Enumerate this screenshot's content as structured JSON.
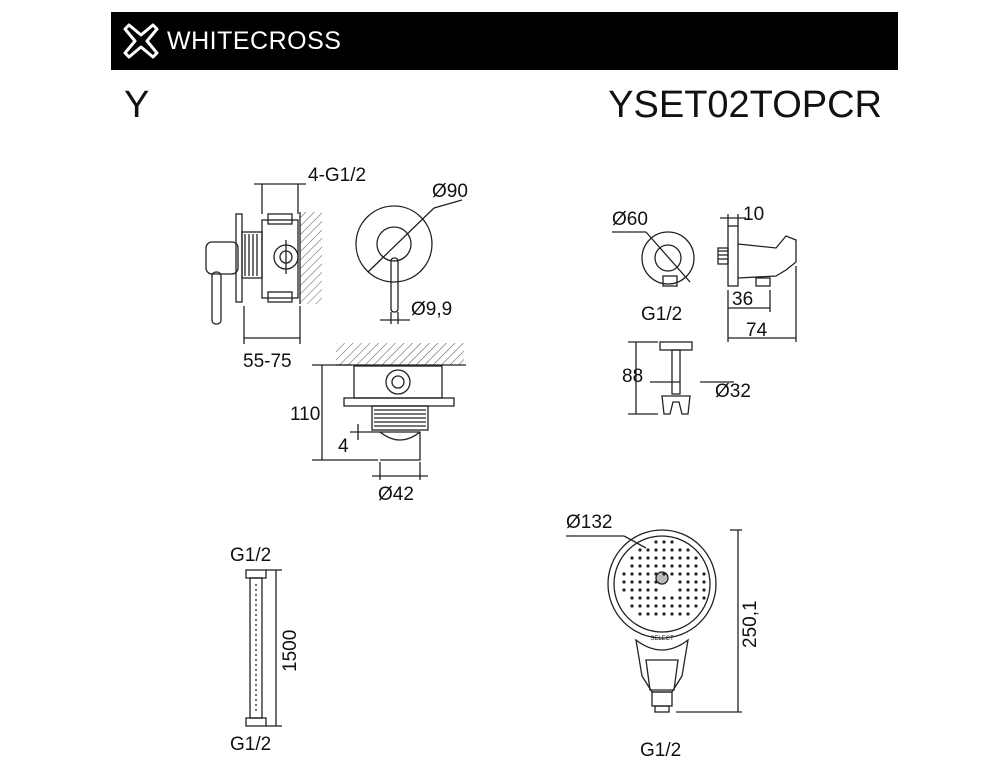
{
  "header": {
    "brand": "WHITECROSS",
    "logo_icon": "cross-logo-icon",
    "background": "#000000",
    "text_color": "#ffffff"
  },
  "series": "Y",
  "model": "YSET02TOPCR",
  "mixer": {
    "labels": {
      "inlets": "4-G1/2",
      "cover_diameter": "Ø90",
      "lever_diameter": "Ø9,9",
      "depth_range": "55-75",
      "height": "110",
      "offset": "4",
      "body_diameter": "Ø42"
    }
  },
  "outlet": {
    "labels": {
      "diameter": "Ø60",
      "depth": "10",
      "thread": "G1/2",
      "length_a": "36",
      "length_b": "74",
      "height": "88",
      "holder_diameter": "Ø32"
    }
  },
  "hose": {
    "labels": {
      "top_thread": "G1/2",
      "length": "1500",
      "bottom_thread": "G1/2"
    }
  },
  "hand_shower": {
    "labels": {
      "head_diameter": "Ø132",
      "length": "250,1",
      "thread": "G1/2",
      "button": "SELECT"
    }
  }
}
